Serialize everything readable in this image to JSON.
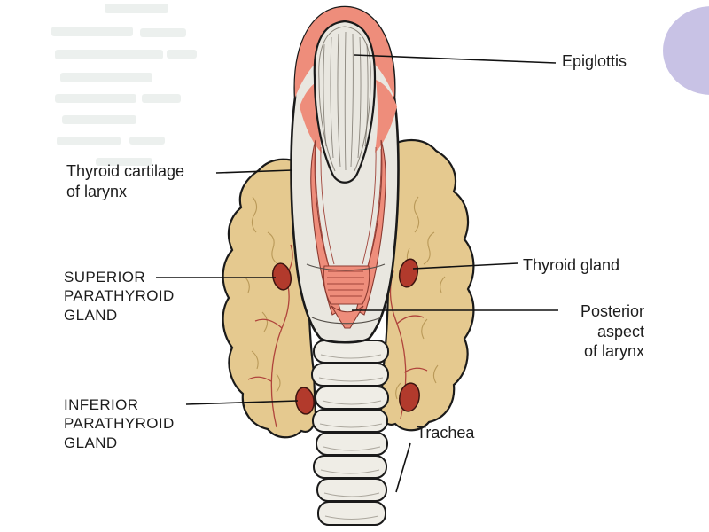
{
  "labels": {
    "epiglottis": "Epiglottis",
    "thyroid_cartilage": "Thyroid cartilage\nof larynx",
    "superior_parathyroid": "SUPERIOR\nPARATHYROID\nGLAND",
    "thyroid_gland": "Thyroid gland",
    "posterior_aspect": "Posterior\naspect\nof larynx",
    "inferior_parathyroid": "INFERIOR\nPARATHYROID\nGLAND",
    "trachea": "Trachea"
  },
  "colors": {
    "background": "#ffffff",
    "corner_accent": "#c8c2e5",
    "thyroid_gland": "#e5c98f",
    "muscle": "#ee8d7b",
    "cartilage": "#e9e7e0",
    "trachea_ring": "#efede6",
    "parathyroid": "#b23a2c",
    "outline": "#1a1a1a",
    "leader_line": "#111111"
  }
}
